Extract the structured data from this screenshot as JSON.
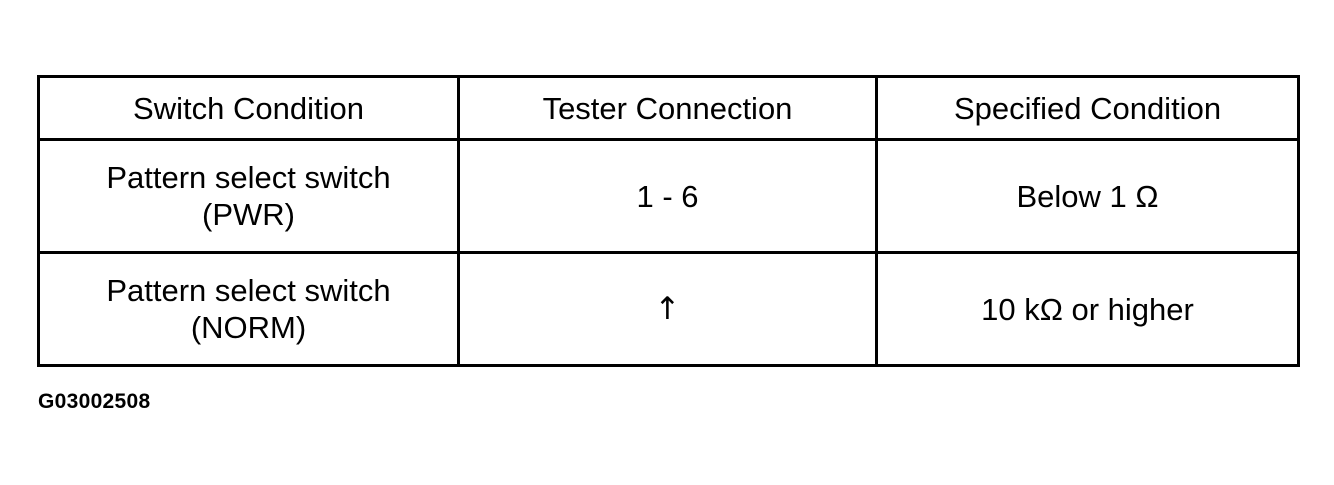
{
  "table": {
    "headers": [
      "Switch Condition",
      "Tester Connection",
      "Specified Condition"
    ],
    "rows": [
      {
        "switch_condition": [
          "Pattern select switch",
          "(PWR)"
        ],
        "tester_connection": "1 - 6",
        "specified_condition": "Below 1 Ω"
      },
      {
        "switch_condition": [
          "Pattern select switch",
          "(NORM)"
        ],
        "tester_connection": "↑",
        "specified_condition": "10 kΩ or higher"
      }
    ]
  },
  "figure_id": "G03002508"
}
